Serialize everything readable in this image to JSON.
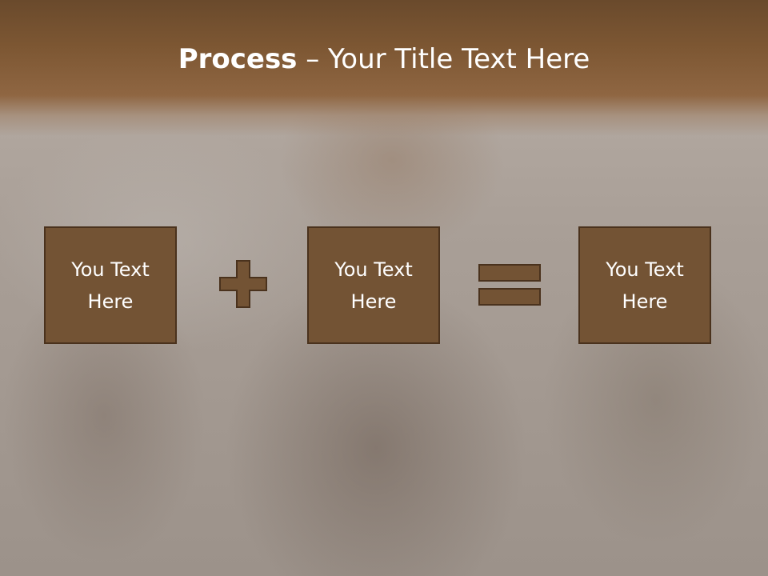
{
  "slide": {
    "title_bold": "Process",
    "title_rest": " – Your Title Text Here",
    "boxes": [
      {
        "label": "You Text\nHere"
      },
      {
        "label": "You Text\nHere"
      },
      {
        "label": "You Text\nHere"
      }
    ],
    "operators": [
      "plus-icon",
      "equals-icon"
    ]
  },
  "colors": {
    "header": "#7d5733",
    "box_fill": "#735334",
    "box_border": "#4a321d",
    "text": "#ffffff"
  }
}
